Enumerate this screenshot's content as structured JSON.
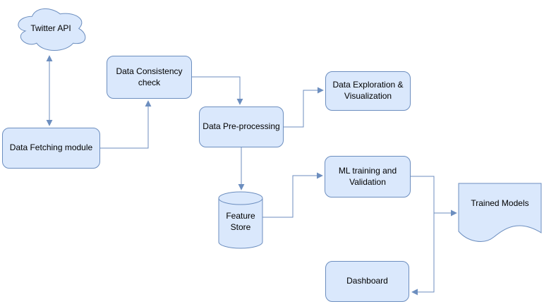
{
  "diagram": {
    "type": "flowchart",
    "theme": {
      "background": "#ffffff",
      "node_fill": "#dae8fc",
      "node_stroke": "#6c8ebf",
      "edge_color": "#6c8ebf",
      "text_color": "#000000"
    },
    "nodes": {
      "twitter_api": {
        "label": "Twitter API",
        "shape": "cloud"
      },
      "data_fetching": {
        "label": "Data Fetching module",
        "shape": "rounded-rectangle"
      },
      "data_consistency": {
        "label": "Data Consistency check",
        "shape": "rounded-rectangle"
      },
      "data_preprocessing": {
        "label": "Data Pre-processing",
        "shape": "rounded-rectangle"
      },
      "data_exploration": {
        "label": "Data Exploration & Visualization",
        "shape": "rounded-rectangle"
      },
      "ml_training": {
        "label": "ML training and Validation",
        "shape": "rounded-rectangle"
      },
      "feature_store": {
        "label": "Feature Store",
        "shape": "cylinder"
      },
      "trained_models": {
        "label": "Trained Models",
        "shape": "document"
      },
      "dashboard": {
        "label": "Dashboard",
        "shape": "rounded-rectangle"
      }
    },
    "edges": [
      {
        "from": "twitter_api",
        "to": "data_fetching",
        "direction": "bidirectional"
      },
      {
        "from": "data_fetching",
        "to": "data_consistency",
        "direction": "forward"
      },
      {
        "from": "data_consistency",
        "to": "data_preprocessing",
        "direction": "forward"
      },
      {
        "from": "data_preprocessing",
        "to": "data_exploration",
        "direction": "forward"
      },
      {
        "from": "data_preprocessing",
        "to": "feature_store",
        "direction": "forward"
      },
      {
        "from": "feature_store",
        "to": "ml_training",
        "direction": "forward"
      },
      {
        "from": "ml_training",
        "to": "trained_models",
        "direction": "forward"
      },
      {
        "from": "ml_training",
        "to": "dashboard",
        "direction": "forward"
      }
    ]
  }
}
